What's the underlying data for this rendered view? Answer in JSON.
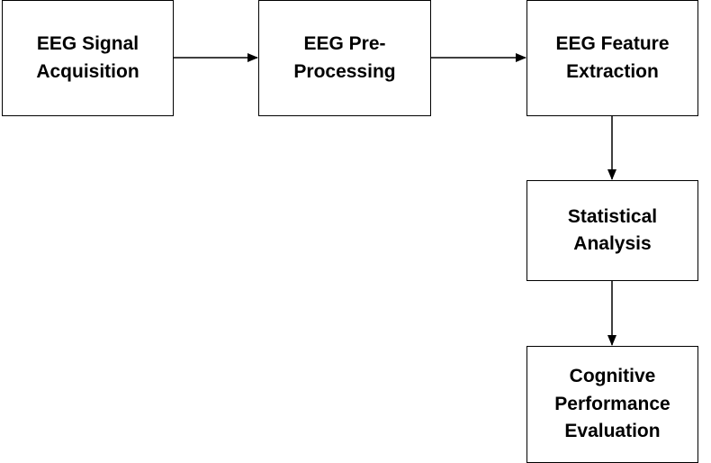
{
  "nodes": [
    {
      "id": "acquisition",
      "label": "EEG Signal\nAcquisition"
    },
    {
      "id": "preprocessing",
      "label": "EEG Pre-\nProcessing"
    },
    {
      "id": "feature_extraction",
      "label": "EEG Feature\nExtraction"
    },
    {
      "id": "statistical_analysis",
      "label": "Statistical\nAnalysis"
    },
    {
      "id": "evaluation",
      "label": "Cognitive\nPerformance\nEvaluation"
    }
  ],
  "edges": [
    {
      "from": "acquisition",
      "to": "preprocessing"
    },
    {
      "from": "preprocessing",
      "to": "feature_extraction"
    },
    {
      "from": "feature_extraction",
      "to": "statistical_analysis"
    },
    {
      "from": "statistical_analysis",
      "to": "evaluation"
    }
  ]
}
